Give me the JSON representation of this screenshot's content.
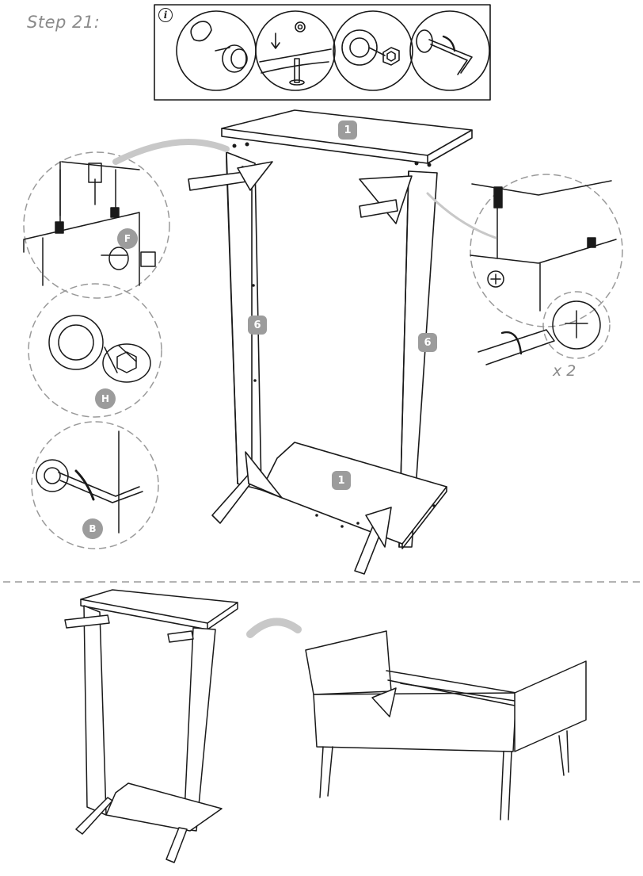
{
  "step": {
    "label": "Step 21:"
  },
  "info": {
    "icon": "info-icon"
  },
  "parts": {
    "top_panel": "1",
    "bottom_panel": "1",
    "left_side": "6",
    "right_side": "6"
  },
  "details": {
    "f": "F",
    "h": "H",
    "b": "B",
    "multiplier": "x 2"
  }
}
